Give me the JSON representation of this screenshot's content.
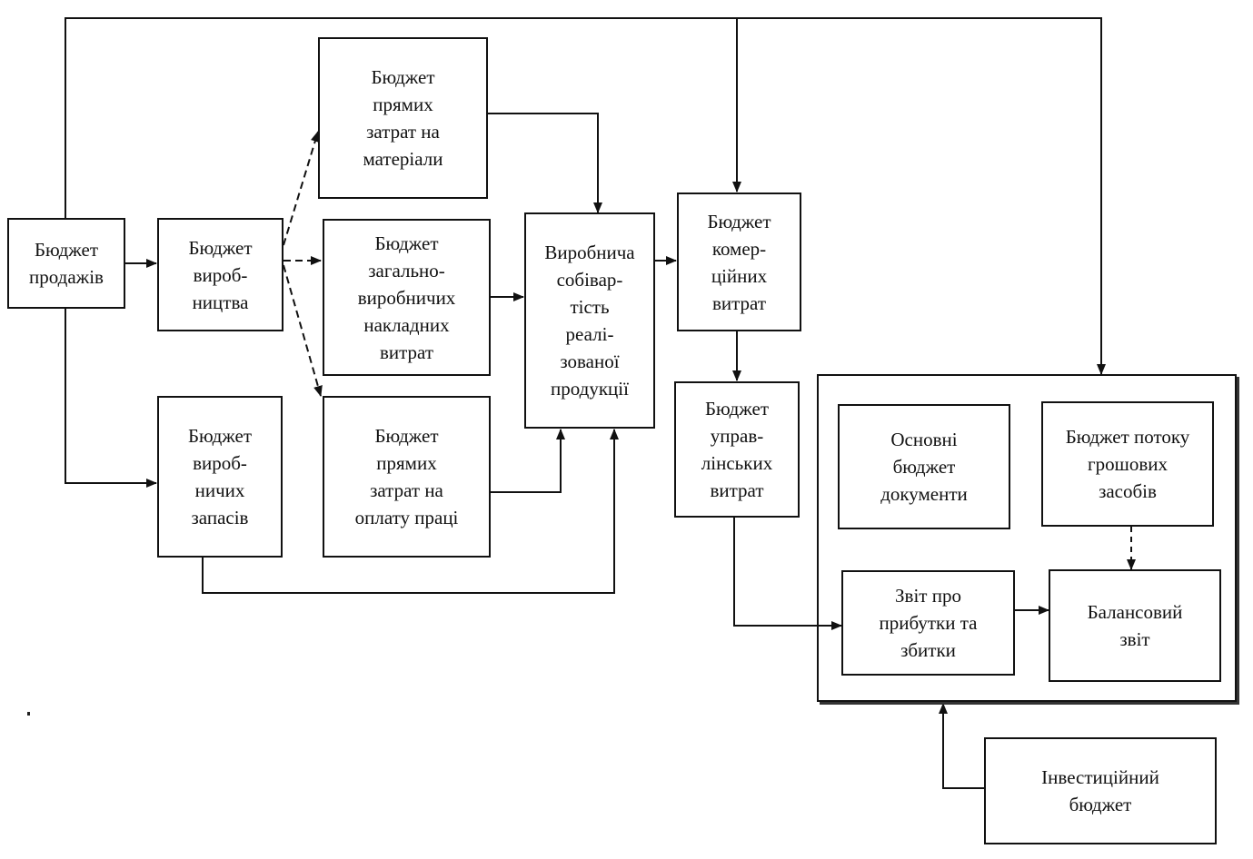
{
  "diagram": {
    "nodes": {
      "sales": "Бюджет\nпродажів",
      "production": "Бюджет\nвироб-\nництва",
      "inventory": "Бюджет\nвироб-\nничих\nзапасів",
      "materials": "Бюджет\nпрямих\nзатрат на\nматеріали",
      "overhead": "Бюджет\nзагально-\nвиробничих\nнакладних\nвитрат",
      "labor": "Бюджет\nпрямих\nзатрат на\nоплату праці",
      "cost": "Виробнича\nсобівар-\nтість\nреалі-\nзованої\nпродукції",
      "commercial": "Бюджет\nкомер-\nційних\nвитрат",
      "admin": "Бюджет\nуправ-\nлінських\nвитрат",
      "main_docs": "Основні\nбюджет\nдокументи",
      "cash_flow": "Бюджет потоку\nгрошових\nзасобів",
      "income": "Звіт про\nприбутки та\nзбитки",
      "balance": "Балансовий\nзвіт",
      "investment": "Інвестиційний\nбюджет"
    },
    "edges": [
      {
        "from": "sales",
        "to": "production"
      },
      {
        "from": "sales",
        "to": "inventory"
      },
      {
        "from": "sales",
        "to": "commercial"
      },
      {
        "from": "sales",
        "to": "master-budget-group"
      },
      {
        "from": "production",
        "to": "materials"
      },
      {
        "from": "production",
        "to": "overhead"
      },
      {
        "from": "production",
        "to": "labor"
      },
      {
        "from": "materials",
        "to": "cost"
      },
      {
        "from": "overhead",
        "to": "cost"
      },
      {
        "from": "labor",
        "to": "cost"
      },
      {
        "from": "inventory",
        "to": "cost"
      },
      {
        "from": "cost",
        "to": "commercial"
      },
      {
        "from": "commercial",
        "to": "admin"
      },
      {
        "from": "admin",
        "to": "income"
      },
      {
        "from": "income",
        "to": "balance"
      },
      {
        "from": "cash_flow",
        "to": "balance"
      },
      {
        "from": "investment",
        "to": "master-budget-group"
      }
    ],
    "colors": {
      "line": "#111111",
      "box_border": "#111111",
      "background": "#ffffff"
    }
  }
}
